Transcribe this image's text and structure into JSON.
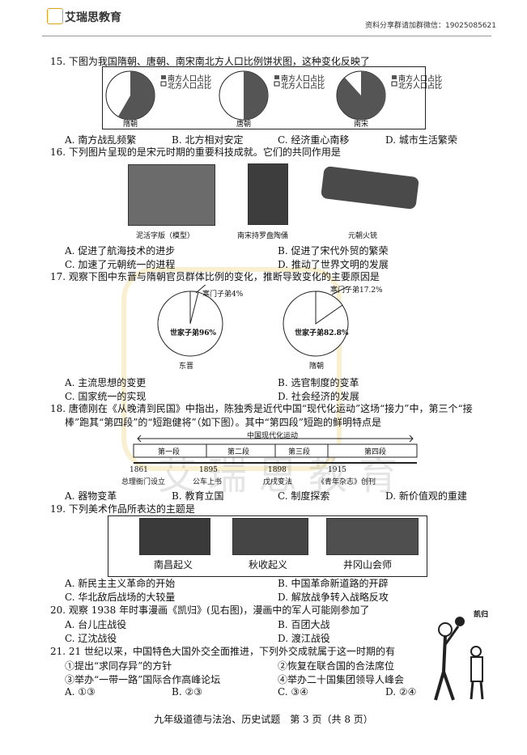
{
  "header": {
    "logo": "艾瑞思教育",
    "right_text": "资料分享群请加群微信：19025085621"
  },
  "watermark": "艾瑞思教育",
  "q15": {
    "stem": "15. 下图为我国隋朝、唐朝、南宋南北方人口比例饼状图，这种变化反映了",
    "legend_south": "南方人口占比",
    "legend_north": "北方人口占比",
    "pie_labels": [
      "隋朝",
      "唐朝",
      "南宋"
    ],
    "options": [
      "A. 南方战乱频繁",
      "B. 北方相对安定",
      "C. 经济重心南移",
      "D. 城市生活繁荣"
    ]
  },
  "q16": {
    "stem": "16. 下列图片呈现的是宋元时期的重要科技成就。它们的共同作用是",
    "captions": [
      "泥活字版（模型）",
      "南宋持罗盘陶俑",
      "元朝火铳"
    ],
    "options": [
      "A. 促进了航海技术的进步",
      "B. 促进了宋代外贸的繁荣",
      "C. 加速了元朝统一的进程",
      "D. 推动了世界文明的发展"
    ]
  },
  "q17": {
    "stem": "17. 观察下图中东晋与隋朝官员群体比例的变化，推断导致变化的主要原因是",
    "pie1": {
      "small": "寒门子弟4%",
      "big": "世家子弟96%",
      "label": "东晋"
    },
    "pie2": {
      "small": "寒门子弟17.2%",
      "big": "世家子弟82.8%",
      "label": "隋朝"
    },
    "options": [
      "A. 主流思想的变更",
      "B. 选官制度的变革",
      "C. 国家统一的实现",
      "D. 社会经济的发展"
    ]
  },
  "q18": {
    "stem1": "18. 唐德刚在《从晚清到民国》中指出，陈独秀是近代中国“现代化运动”这场“接力”中，第三个“接",
    "stem2": "棒”跑其“第四段”的“短跑健将”（如下图）。其中“第四段”短跑的鲜明特点是",
    "timeline_title": "中国现代化运动",
    "segments": [
      "第一段",
      "第二段",
      "第三段",
      "第四段"
    ],
    "years": [
      "1861",
      "1895",
      "1898",
      "1915"
    ],
    "events": [
      "总理衙门设立",
      "公车上书",
      "戊戌变法",
      "《青年杂志》创刊"
    ],
    "options": [
      "A. 器物变革",
      "B. 教育立国",
      "C. 制度探索",
      "D. 新价值观的重建"
    ]
  },
  "q19": {
    "stem": "19. 下列美术作品所表达的主题是",
    "captions": [
      "南昌起义",
      "秋收起义",
      "井冈山会师"
    ],
    "options": [
      "A. 新民主主义革命的开始",
      "B. 中国革命新道路的开辟",
      "C. 华北敌后战场的大较量",
      "D. 解放战争转入战略反攻"
    ]
  },
  "q20": {
    "stem": "20. 观察 1938 年时事漫画《凯归》(见右图)，漫画中的军人可能刚参加了",
    "options": [
      "A. 台儿庄战役",
      "B. 百团大战",
      "C. 辽沈战役",
      "D. 渡江战役"
    ],
    "cartoon_title": "凯归"
  },
  "q21": {
    "stem": "21. 21 世纪以来，中国特色大国外交全面推进，下列外交成就属于这一时期的有",
    "items": [
      "①提出“求同存异”的方针",
      "②恢复在联合国的合法席位",
      "③举办“一带一路”国际合作高峰论坛",
      "④举办二十国集团领导人峰会"
    ],
    "options": [
      "A. ①③",
      "B. ②③",
      "C. ③④",
      "D. ②④"
    ]
  },
  "footer": "九年级道德与法治、历史试题　第 3 页（共 8 页）"
}
